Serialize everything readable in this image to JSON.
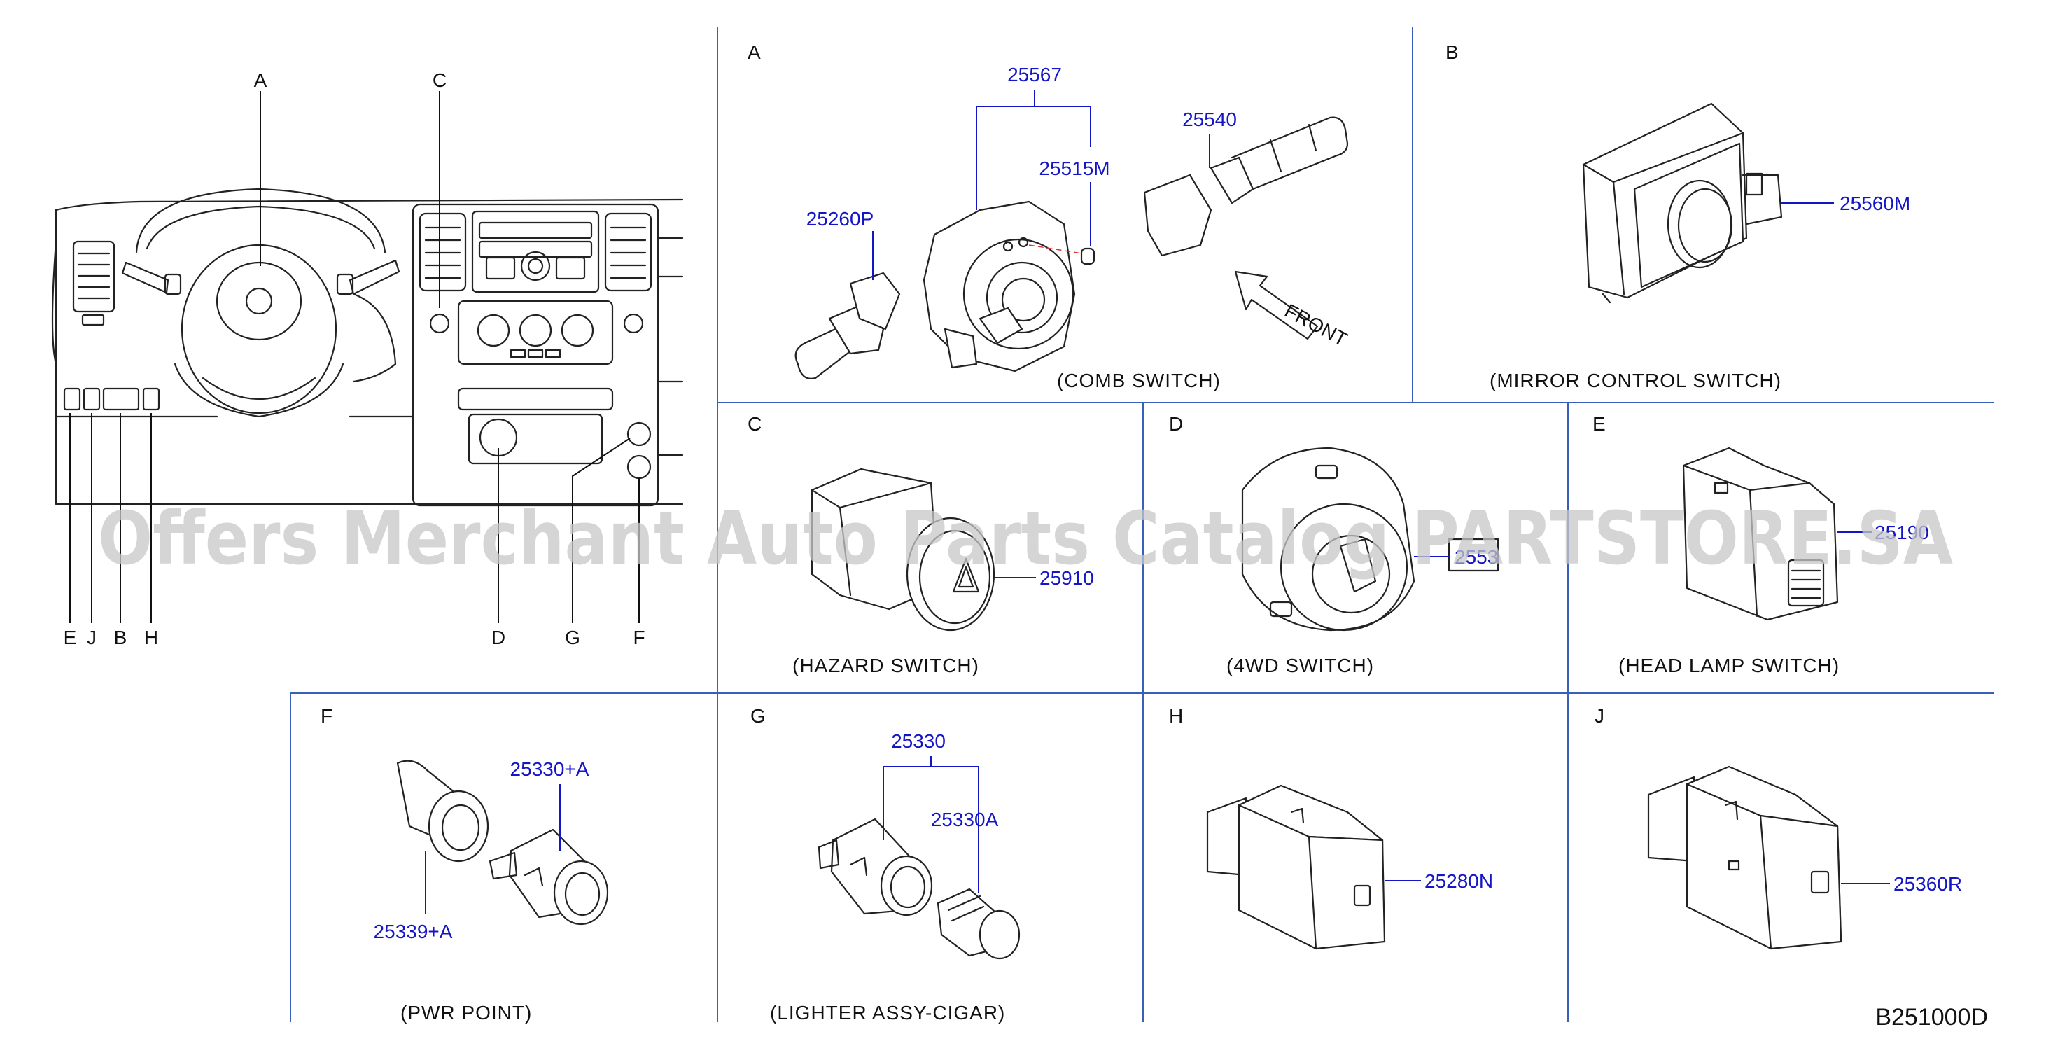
{
  "diagram_code": "B251000D",
  "watermark": "Offers Merchant Auto Parts Catalog PARTSTORE.SA",
  "overview": {
    "callouts_top": [
      "A",
      "C"
    ],
    "callouts_bottom": [
      "E",
      "J",
      "B",
      "H",
      "D",
      "G",
      "F"
    ]
  },
  "panels": {
    "A": {
      "letter": "A",
      "caption": "(COMB   SWITCH)",
      "parts": [
        "25567",
        "25540",
        "25515M",
        "25260P"
      ],
      "front_label": "FRONT"
    },
    "B": {
      "letter": "B",
      "caption": "(MIRROR   CONTROL   SWITCH)",
      "parts": [
        "25560M"
      ]
    },
    "C": {
      "letter": "C",
      "caption": "(HAZARD   SWITCH)",
      "parts": [
        "25910"
      ]
    },
    "D": {
      "letter": "D",
      "caption": "(4WD   SWITCH)",
      "parts": [
        "2553"
      ]
    },
    "E": {
      "letter": "E",
      "caption": "(HEAD   LAMP   SWITCH)",
      "parts": [
        "25190"
      ]
    },
    "F": {
      "letter": "F",
      "caption": "(PWR   POINT)",
      "parts": [
        "25330+A",
        "25339+A"
      ]
    },
    "G": {
      "letter": "G",
      "caption": "(LIGHTER   ASSY-CIGAR)",
      "parts": [
        "25330",
        "25330A"
      ]
    },
    "H": {
      "letter": "H",
      "caption": "",
      "parts": [
        "25280N"
      ]
    },
    "J": {
      "letter": "J",
      "caption": "",
      "parts": [
        "25360R"
      ]
    }
  }
}
